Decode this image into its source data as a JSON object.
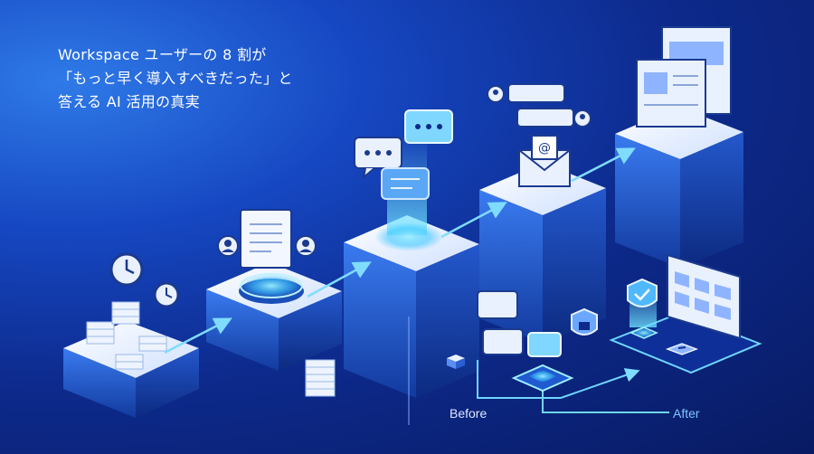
{
  "headline": {
    "line1": "Workspace ユーザーの 8 割が",
    "line2": "「もっと早く導入すべきだった」と",
    "line3": "答える AI 活用の真実"
  },
  "labels": {
    "before": "Before",
    "after": "After"
  },
  "icons": [
    "clock-icon",
    "document-stack-icon",
    "document-icon",
    "user-icon",
    "chat-bubble-icon",
    "email-icon",
    "browser-window-icon",
    "shield-check-icon",
    "lock-icon",
    "arrow-icon"
  ],
  "colors": {
    "bg_dark": "#081a62",
    "bg_mid": "#1647c2",
    "glow": "#5fd4ff",
    "pedestal_top": "#eaf2ff",
    "after_text": "#7fc3ff"
  }
}
